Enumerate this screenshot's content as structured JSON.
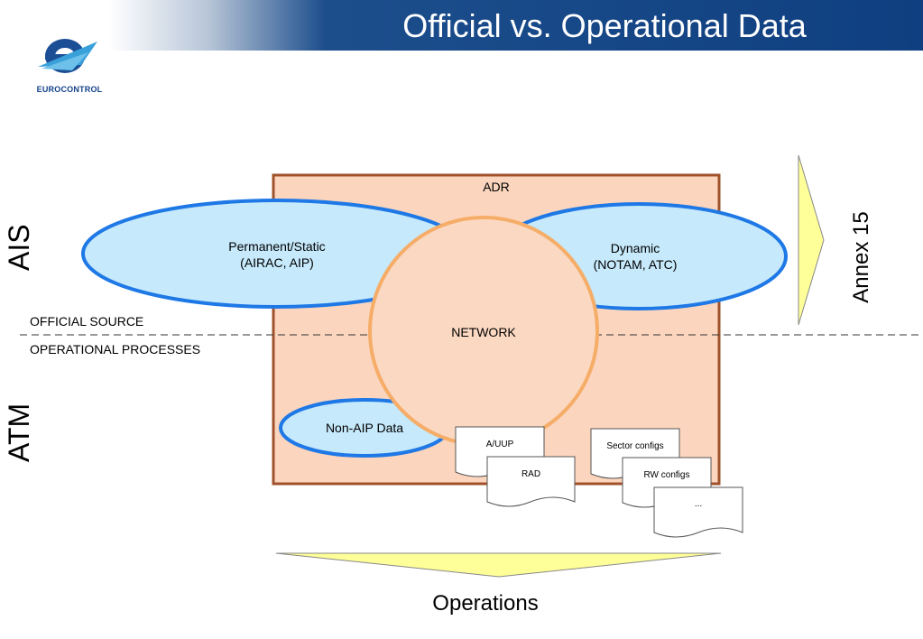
{
  "header": {
    "title": "Official vs. Operational Data",
    "logo_text": "EUROCONTROL"
  },
  "labels": {
    "ais": "AIS",
    "atm": "ATM",
    "annex": "Annex 15",
    "official_source": "OFFICIAL SOURCE",
    "operational_processes": "OPERATIONAL PROCESSES",
    "operations": "Operations"
  },
  "adr": {
    "label": "ADR",
    "permanent_line1": "Permanent/Static",
    "permanent_line2": "(AIRAC, AIP)",
    "dynamic_line1": "Dynamic",
    "dynamic_line2": "(NOTAM, ATC)",
    "network": "NETWORK",
    "non_aip": "Non-AIP Data"
  },
  "documents": [
    "A/UUP",
    "RAD",
    "Sector configs",
    "RW configs",
    "..."
  ],
  "colors": {
    "header_blue": "#0f3f80",
    "adr_fill": "#fbd5bd",
    "adr_border": "#a0522d",
    "ellipse_fill": "#c6e9fb",
    "ellipse_border": "#1e78e6",
    "network_fill": "#fbd8c2",
    "network_border": "#f5ad68",
    "arrow_fill": "#ffff99"
  }
}
